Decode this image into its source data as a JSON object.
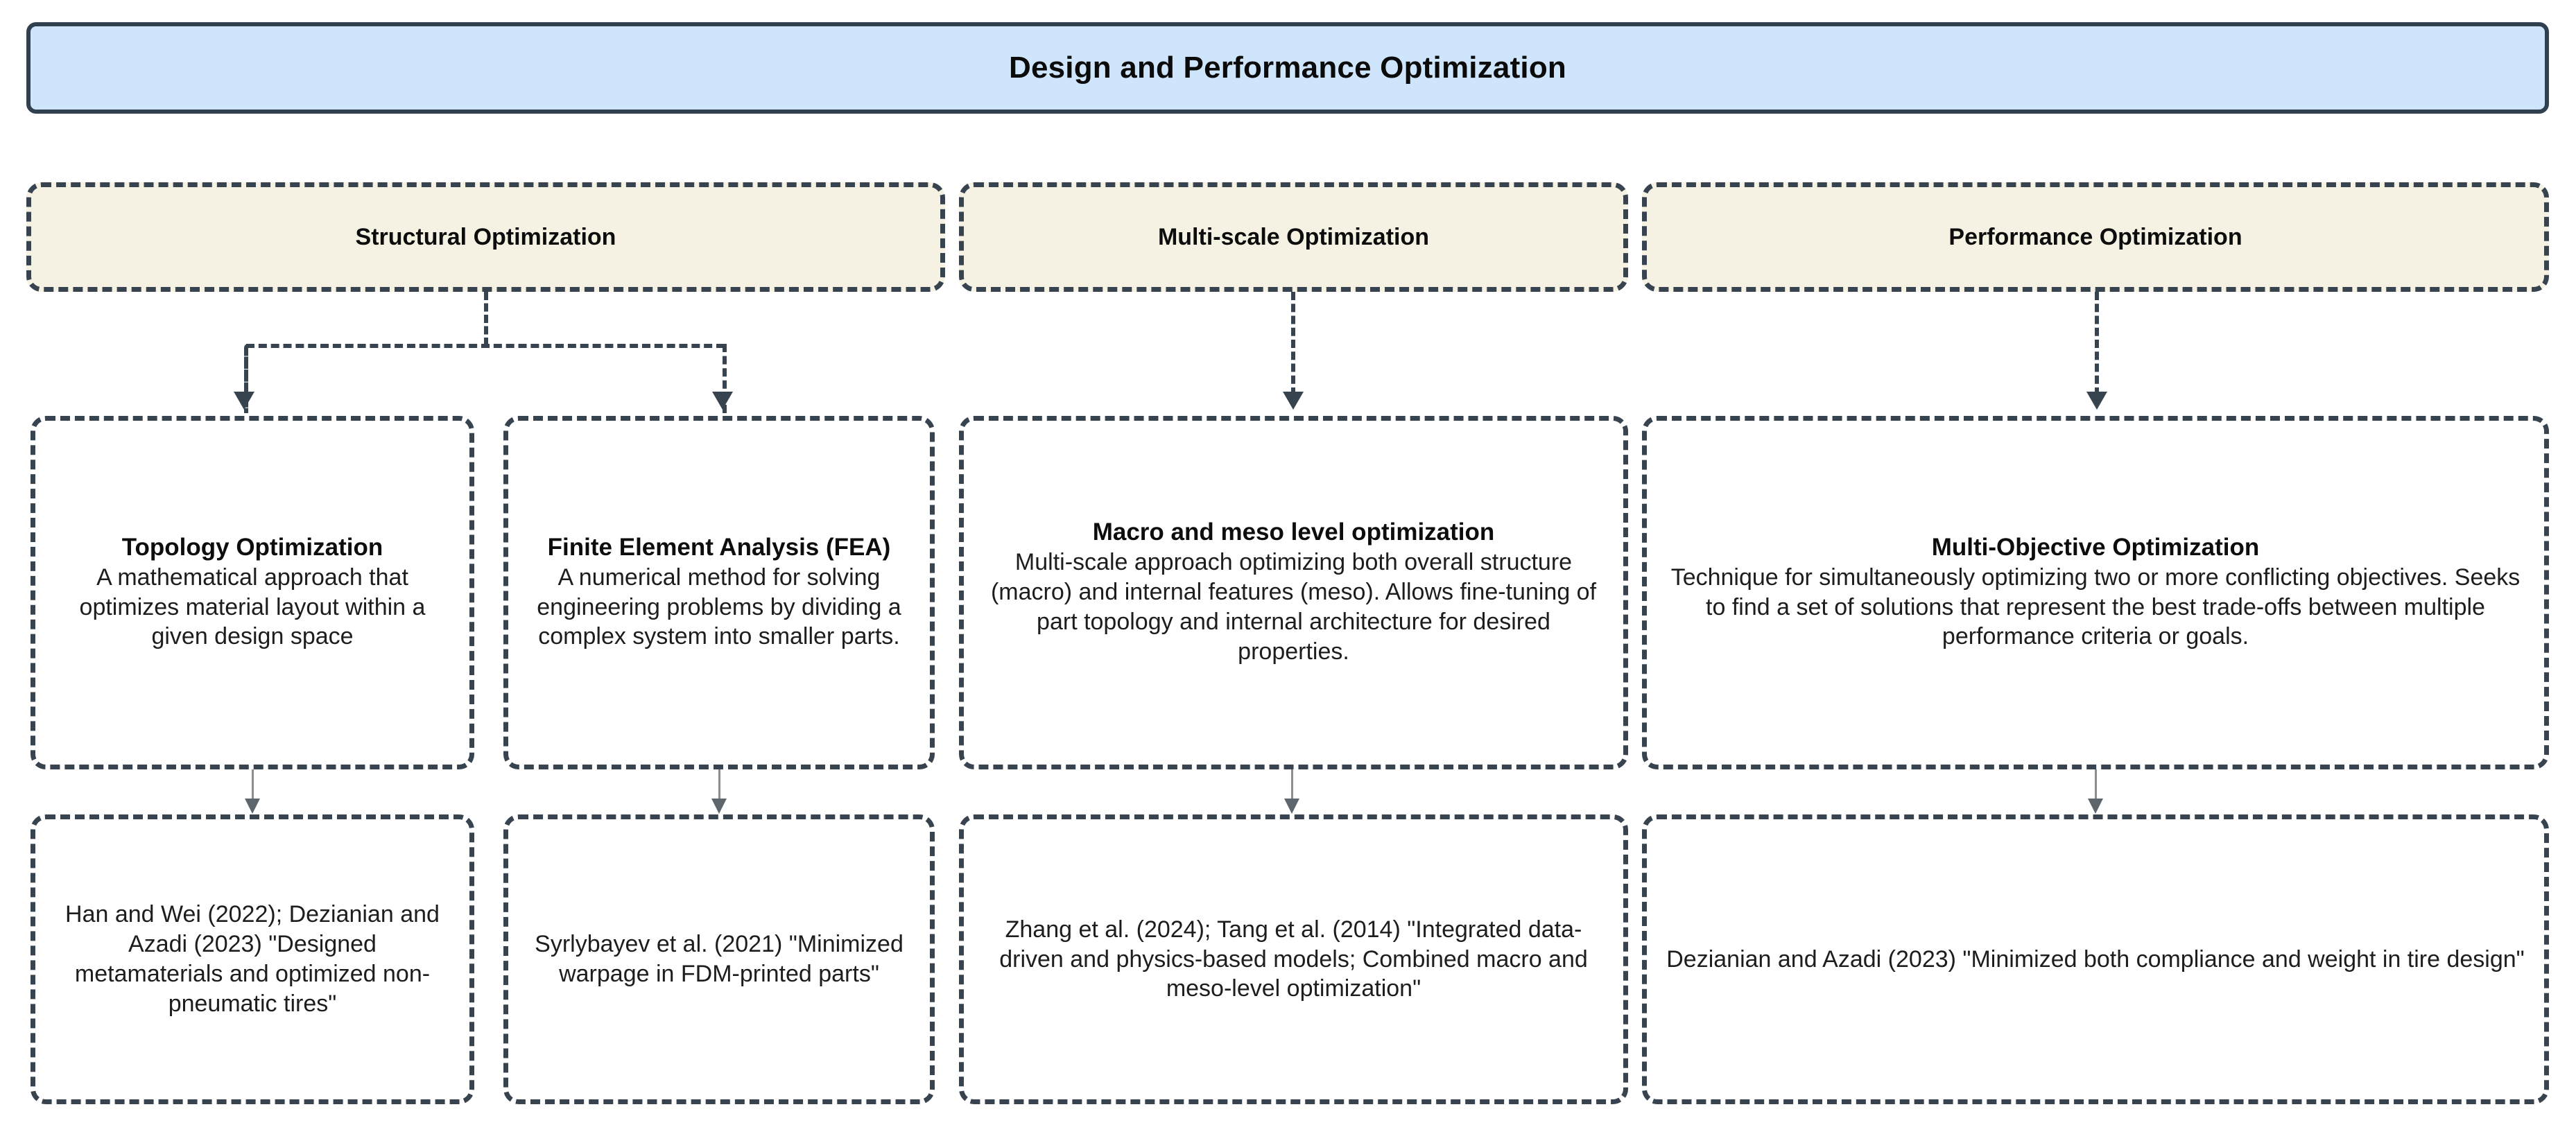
{
  "root": {
    "title": "Design and Performance Optimization",
    "fill_color": "#cfe5fb",
    "border_color": "#31404e"
  },
  "categories": [
    {
      "label": "Structural Optimization",
      "fill_color": "#f6f2e3"
    },
    {
      "label": "Multi-scale Optimization",
      "fill_color": "#f6f2e3"
    },
    {
      "label": "Performance Optimization",
      "fill_color": "#f6f2e3"
    }
  ],
  "details": [
    {
      "title": "Topology Optimization",
      "body": "A mathematical approach that optimizes material layout within a given design space"
    },
    {
      "title": "Finite Element Analysis (FEA)",
      "body": "A numerical method for solving engineering problems by dividing a complex system into smaller parts."
    },
    {
      "title": "Macro and meso level optimization",
      "body": "Multi-scale approach optimizing both overall structure (macro) and internal features (meso). Allows fine-tuning of part topology and internal architecture for desired properties."
    },
    {
      "title": "Multi-Objective Optimization",
      "body": "Technique for simultaneously optimizing two or more conflicting objectives. Seeks to find a set of solutions that represent the best trade-offs between multiple performance criteria or goals."
    }
  ],
  "citations": [
    {
      "text": "Han and Wei (2022); Dezianian and Azadi (2023) \"Designed metamaterials and optimized non-pneumatic tires\""
    },
    {
      "text": "Syrlybayev et al. (2021) \"Minimized warpage in FDM-printed parts\""
    },
    {
      "text": "Zhang et al. (2024); Tang et al. (2014) \"Integrated data-driven and physics-based models; Combined macro and meso-level optimization\""
    },
    {
      "text": "Dezianian and Azadi (2023) \"Minimized both compliance and weight in tire design\""
    }
  ]
}
